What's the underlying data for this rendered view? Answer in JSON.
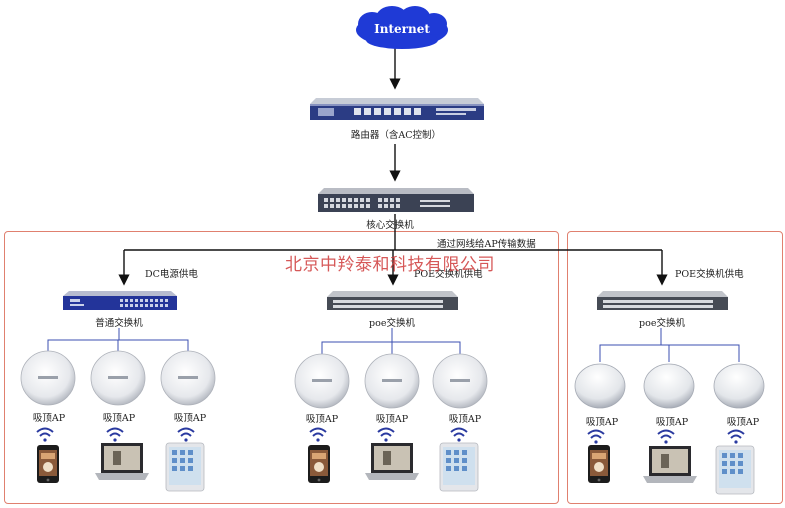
{
  "internet": {
    "label": "Internet"
  },
  "router": {
    "label": "路由器（含AC控制）"
  },
  "core_switch": {
    "label": "核心交换机"
  },
  "uplink_note": "通过网线给AP传输数据",
  "watermark": "北京中羚泰和科技有限公司",
  "groups": [
    {
      "power_label": "DC电源供电",
      "switch_label": "普通交换机",
      "ap_label": "吸顶AP"
    },
    {
      "power_label": "POE交换机供电",
      "switch_label": "poe交换机",
      "ap_label": "吸顶AP"
    },
    {
      "power_label": "POE交换机供电",
      "switch_label": "poe交换机",
      "ap_label": "吸顶AP"
    }
  ],
  "colors": {
    "box_border": "#e0806f",
    "link_line": "#3b4fb0",
    "wifi": "#2a3aa0",
    "watermark": "#cf3b3b",
    "cloud": "#1f3ad6"
  },
  "icons": [
    "cloud-icon",
    "router-icon",
    "switch-icon",
    "access-point-icon",
    "wifi-icon",
    "phone-icon",
    "laptop-icon",
    "tablet-icon"
  ]
}
